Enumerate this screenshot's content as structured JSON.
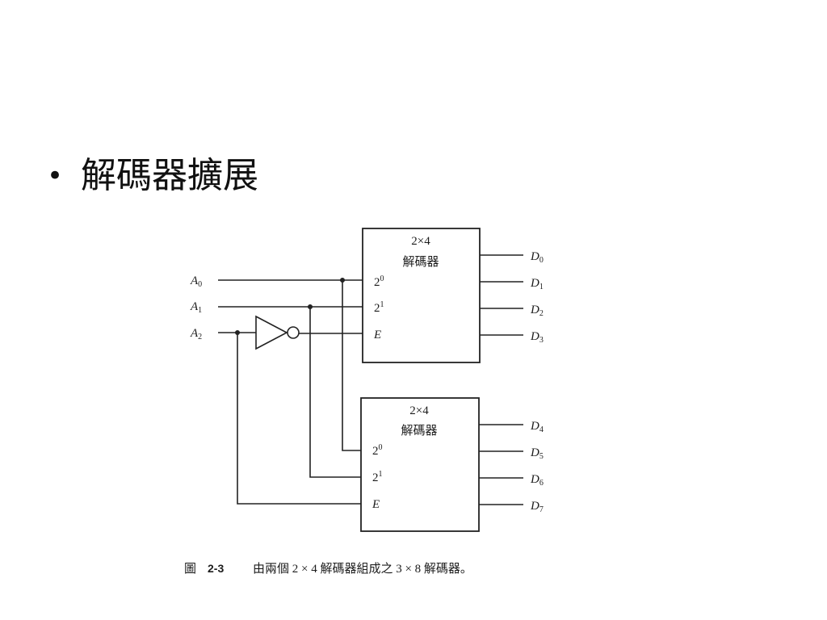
{
  "slide": {
    "bullet": "•",
    "title": "解碼器擴展"
  },
  "diagram": {
    "inputs": [
      {
        "letter": "A",
        "sub": "0"
      },
      {
        "letter": "A",
        "sub": "1"
      },
      {
        "letter": "A",
        "sub": "2"
      }
    ],
    "decoders": [
      {
        "title": "2×4",
        "subtitle": "解碼器",
        "pins": [
          {
            "base": "2",
            "sup": "0"
          },
          {
            "base": "2",
            "sup": "1"
          },
          {
            "base": "E"
          }
        ],
        "outputs": [
          {
            "letter": "D",
            "sub": "0"
          },
          {
            "letter": "D",
            "sub": "1"
          },
          {
            "letter": "D",
            "sub": "2"
          },
          {
            "letter": "D",
            "sub": "3"
          }
        ]
      },
      {
        "title": "2×4",
        "subtitle": "解碼器",
        "pins": [
          {
            "base": "2",
            "sup": "0"
          },
          {
            "base": "2",
            "sup": "1"
          },
          {
            "base": "E"
          }
        ],
        "outputs": [
          {
            "letter": "D",
            "sub": "4"
          },
          {
            "letter": "D",
            "sub": "5"
          },
          {
            "letter": "D",
            "sub": "6"
          },
          {
            "letter": "D",
            "sub": "7"
          }
        ]
      }
    ],
    "caption": {
      "figure_label": "圖",
      "figure_number": "2-3",
      "text": "由兩個 2 × 4 解碼器組成之 3 × 8 解碼器。"
    }
  }
}
